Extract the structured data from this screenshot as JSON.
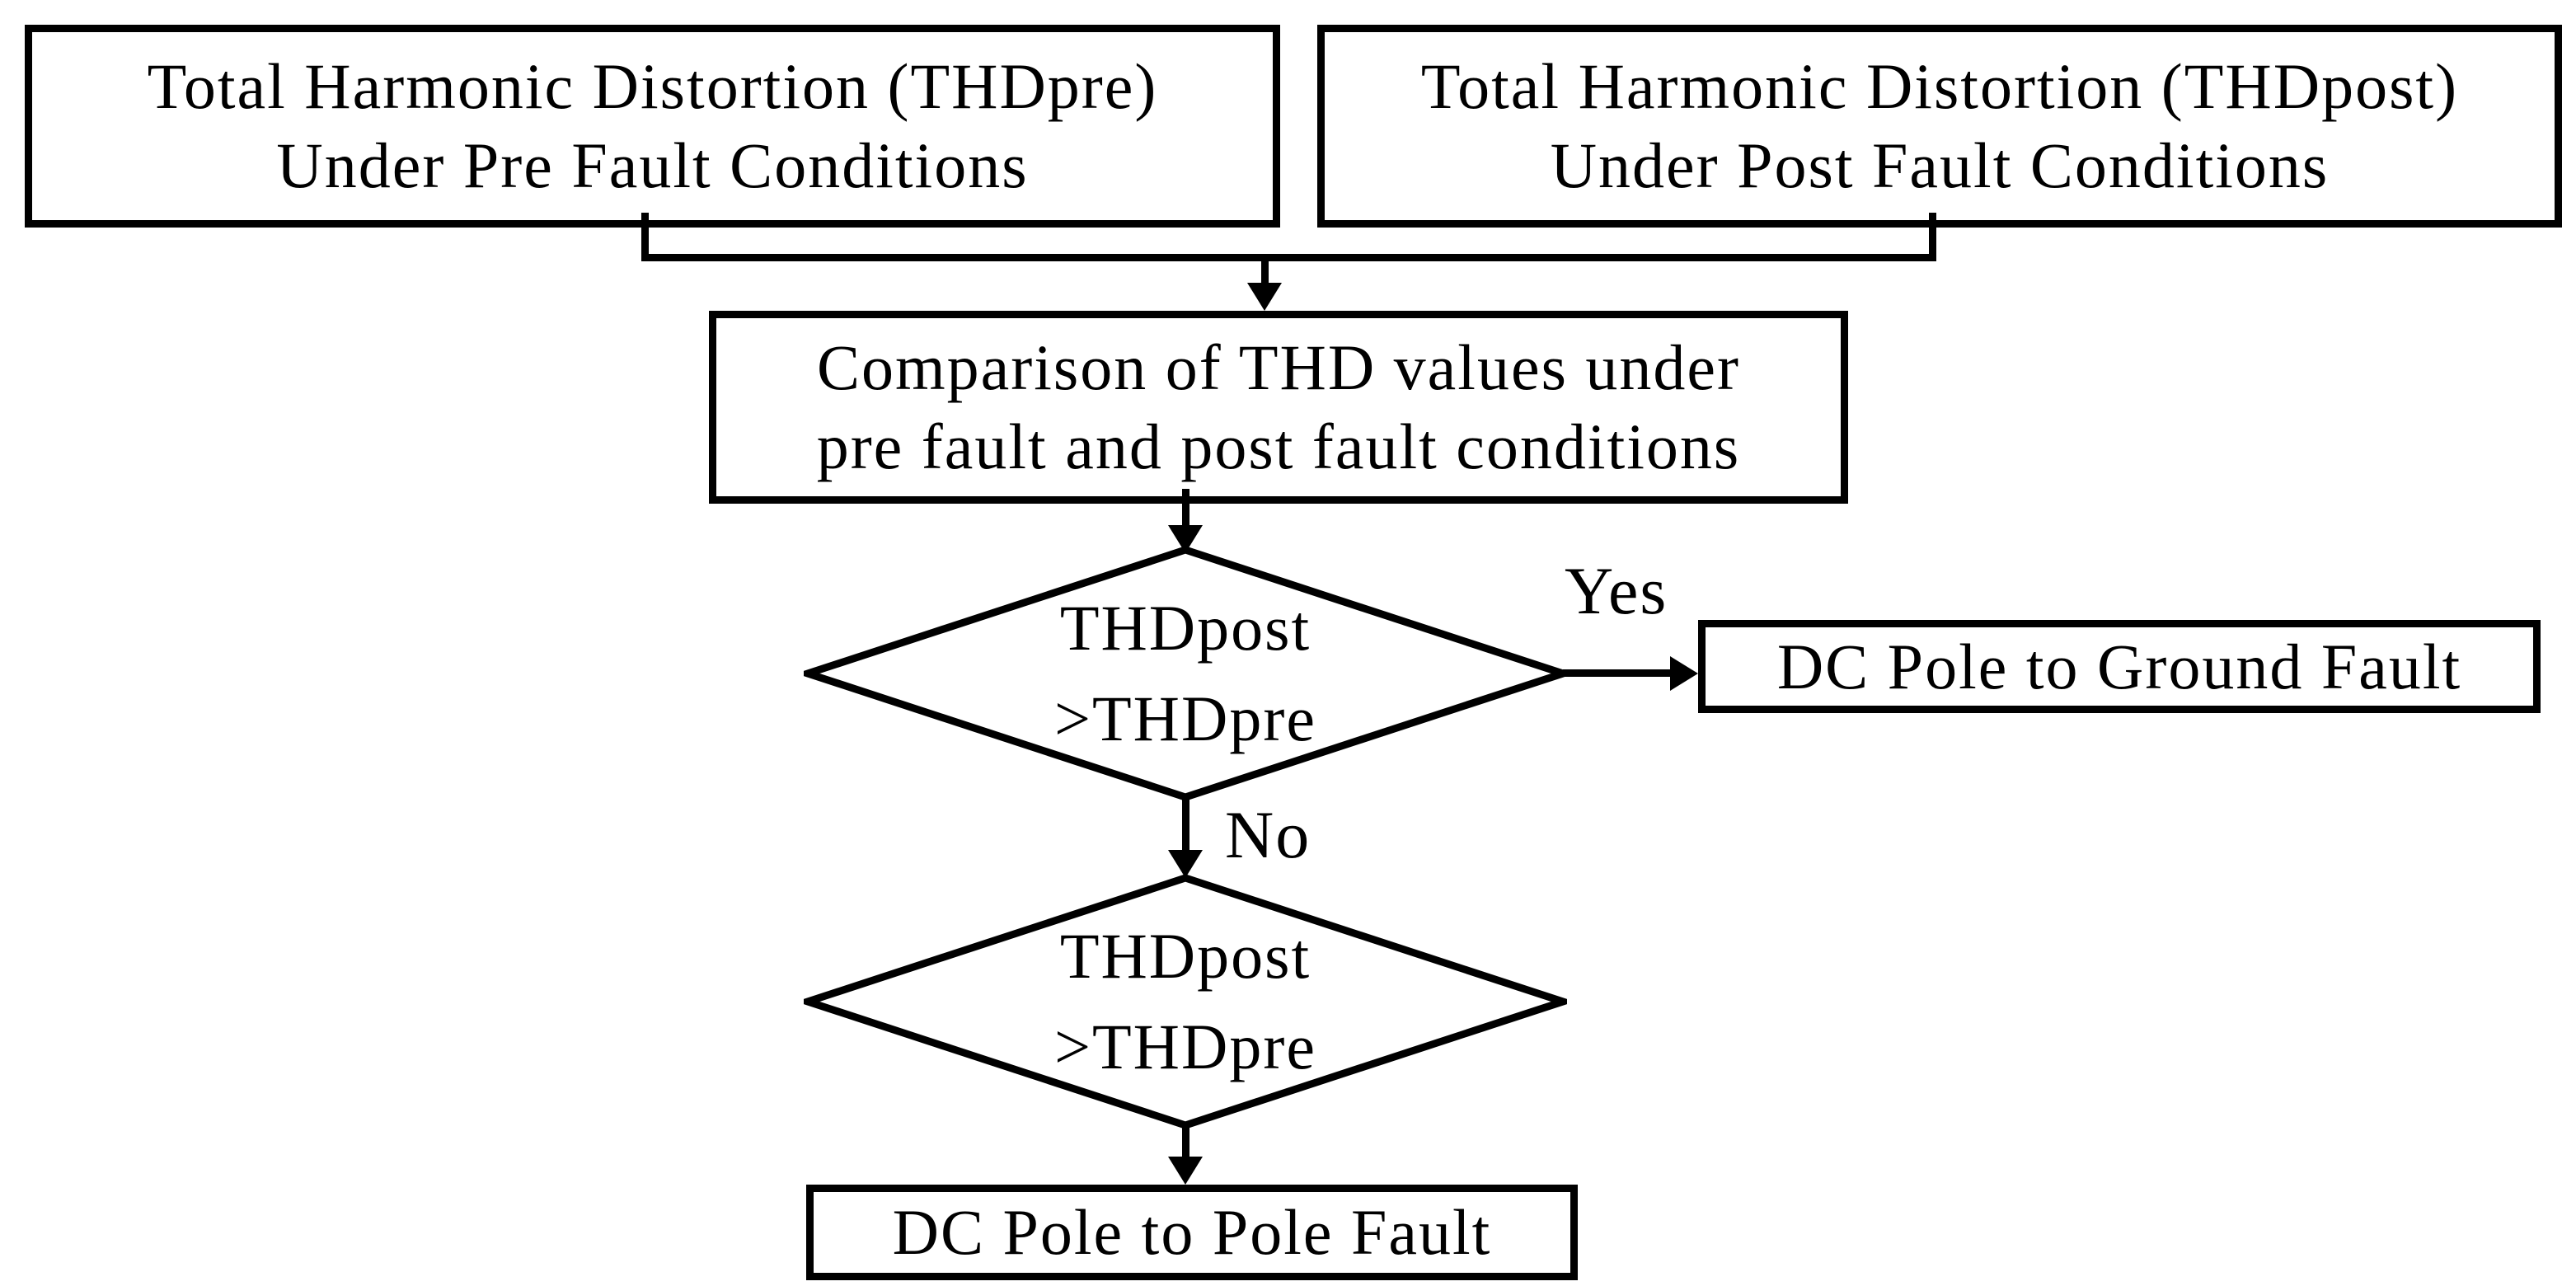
{
  "figure": {
    "background": "#ffffff",
    "stroke_color": "#000000",
    "text_color": "#000000"
  },
  "nodes": {
    "thdpre": {
      "line1": "Total Harmonic Distortion (THDpre)",
      "line2": "Under Pre Fault Conditions"
    },
    "thdpost": {
      "line1": "Total Harmonic Distortion (THDpost)",
      "line2": "Under Post Fault Conditions"
    },
    "comparison": {
      "line1": "Comparison of THD values under",
      "line2": "pre fault and post fault conditions"
    },
    "decision1": {
      "line1": "THDpost",
      "line2": ">THDpre"
    },
    "decision2": {
      "line1": "THDpost",
      "line2": ">THDpre"
    },
    "ground_fault": {
      "label": "DC Pole to Ground Fault"
    },
    "pole_fault": {
      "label": "DC Pole to Pole Fault"
    }
  },
  "edge_labels": {
    "yes": "Yes",
    "no": "No"
  }
}
